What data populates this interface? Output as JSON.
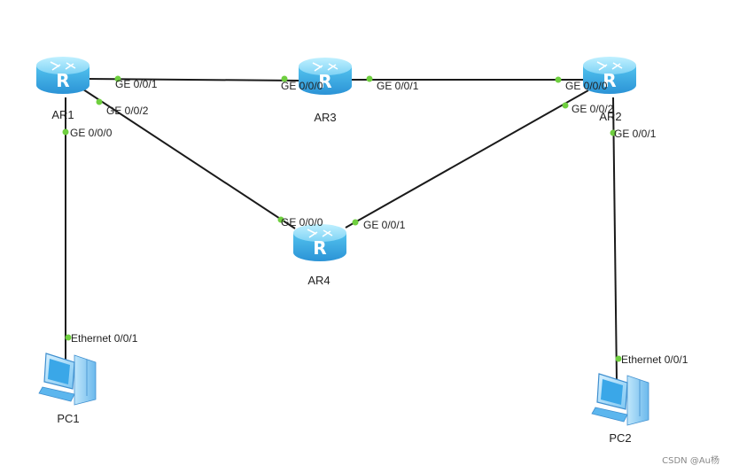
{
  "devices": {
    "ar1": "AR1",
    "ar2": "AR2",
    "ar3": "AR3",
    "ar4": "AR4",
    "pc1": "PC1",
    "pc2": "PC2"
  },
  "ports": {
    "ar1_ge001": "GE 0/0/1",
    "ar1_ge002": "GE 0/0/2",
    "ar1_ge000": "GE 0/0/0",
    "ar3_ge000": "GE 0/0/0",
    "ar3_ge001": "GE 0/0/1",
    "ar2_ge000": "GE 0/0/0",
    "ar2_ge002": "GE 0/0/2",
    "ar2_ge001": "GE 0/0/1",
    "ar4_ge000": "GE 0/0/0",
    "ar4_ge001": "GE 0/0/1",
    "pc1_eth001": "Ethernet 0/0/1",
    "pc2_eth001": "Ethernet 0/0/1"
  },
  "watermark": "CSDN @Au杨",
  "colors": {
    "link": "#1a1a1a",
    "port_dot": "#6fcf3f",
    "router_body": "#3fb4e6",
    "pc_body": "#4aa8e6"
  }
}
